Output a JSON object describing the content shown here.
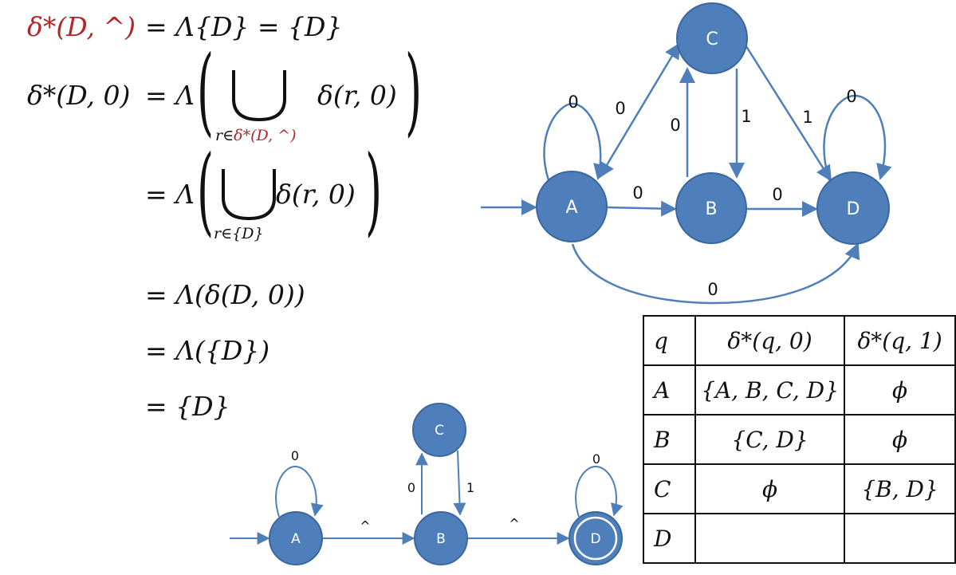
{
  "equations": {
    "line1": {
      "lhs": "δ*(D, ^)",
      "rhs": "= Λ{D} = {D}"
    },
    "line2": {
      "lhs": "δ*(D, 0)",
      "prefix": "= Λ",
      "body": "δ(r, 0)",
      "sub_r": "r∈",
      "sub_red": "δ*(D, ^)"
    },
    "line3": {
      "prefix": "= Λ",
      "body": "δ(r, 0)",
      "sub": "r∈{D}"
    },
    "line4": "= Λ(δ(D, 0))",
    "line5": "= Λ({D})",
    "line6": "= {D}"
  },
  "nfa_main": {
    "states": {
      "a": "A",
      "b": "B",
      "c": "C",
      "d": "D"
    },
    "labels": {
      "a_loop": "0",
      "a_c": "0",
      "a_b": "0",
      "b_c": "0",
      "c_b": "1",
      "c_d": "1",
      "b_d": "0",
      "d_loop": "0",
      "a_d": "0"
    }
  },
  "nfa_lambda": {
    "states": {
      "a": "A",
      "b": "B",
      "c": "C",
      "d": "D"
    },
    "labels": {
      "a_loop": "0",
      "a_b": "^",
      "b_c": "0",
      "c_b": "1",
      "b_d": "^",
      "d_loop": "0"
    }
  },
  "table": {
    "headers": [
      "q",
      "δ*(q, 0)",
      "δ*(q, 1)"
    ],
    "rows": [
      [
        "A",
        "{A, B, C, D}",
        "ϕ"
      ],
      [
        "B",
        "{C, D}",
        "ϕ"
      ],
      [
        "C",
        "ϕ",
        "{B, D}"
      ],
      [
        "D",
        "",
        ""
      ]
    ]
  },
  "colors": {
    "state_fill": "#4f7fba",
    "state_stroke": "#3a679f",
    "edge": "#4f7fba",
    "accent_red": "#b3262b"
  }
}
